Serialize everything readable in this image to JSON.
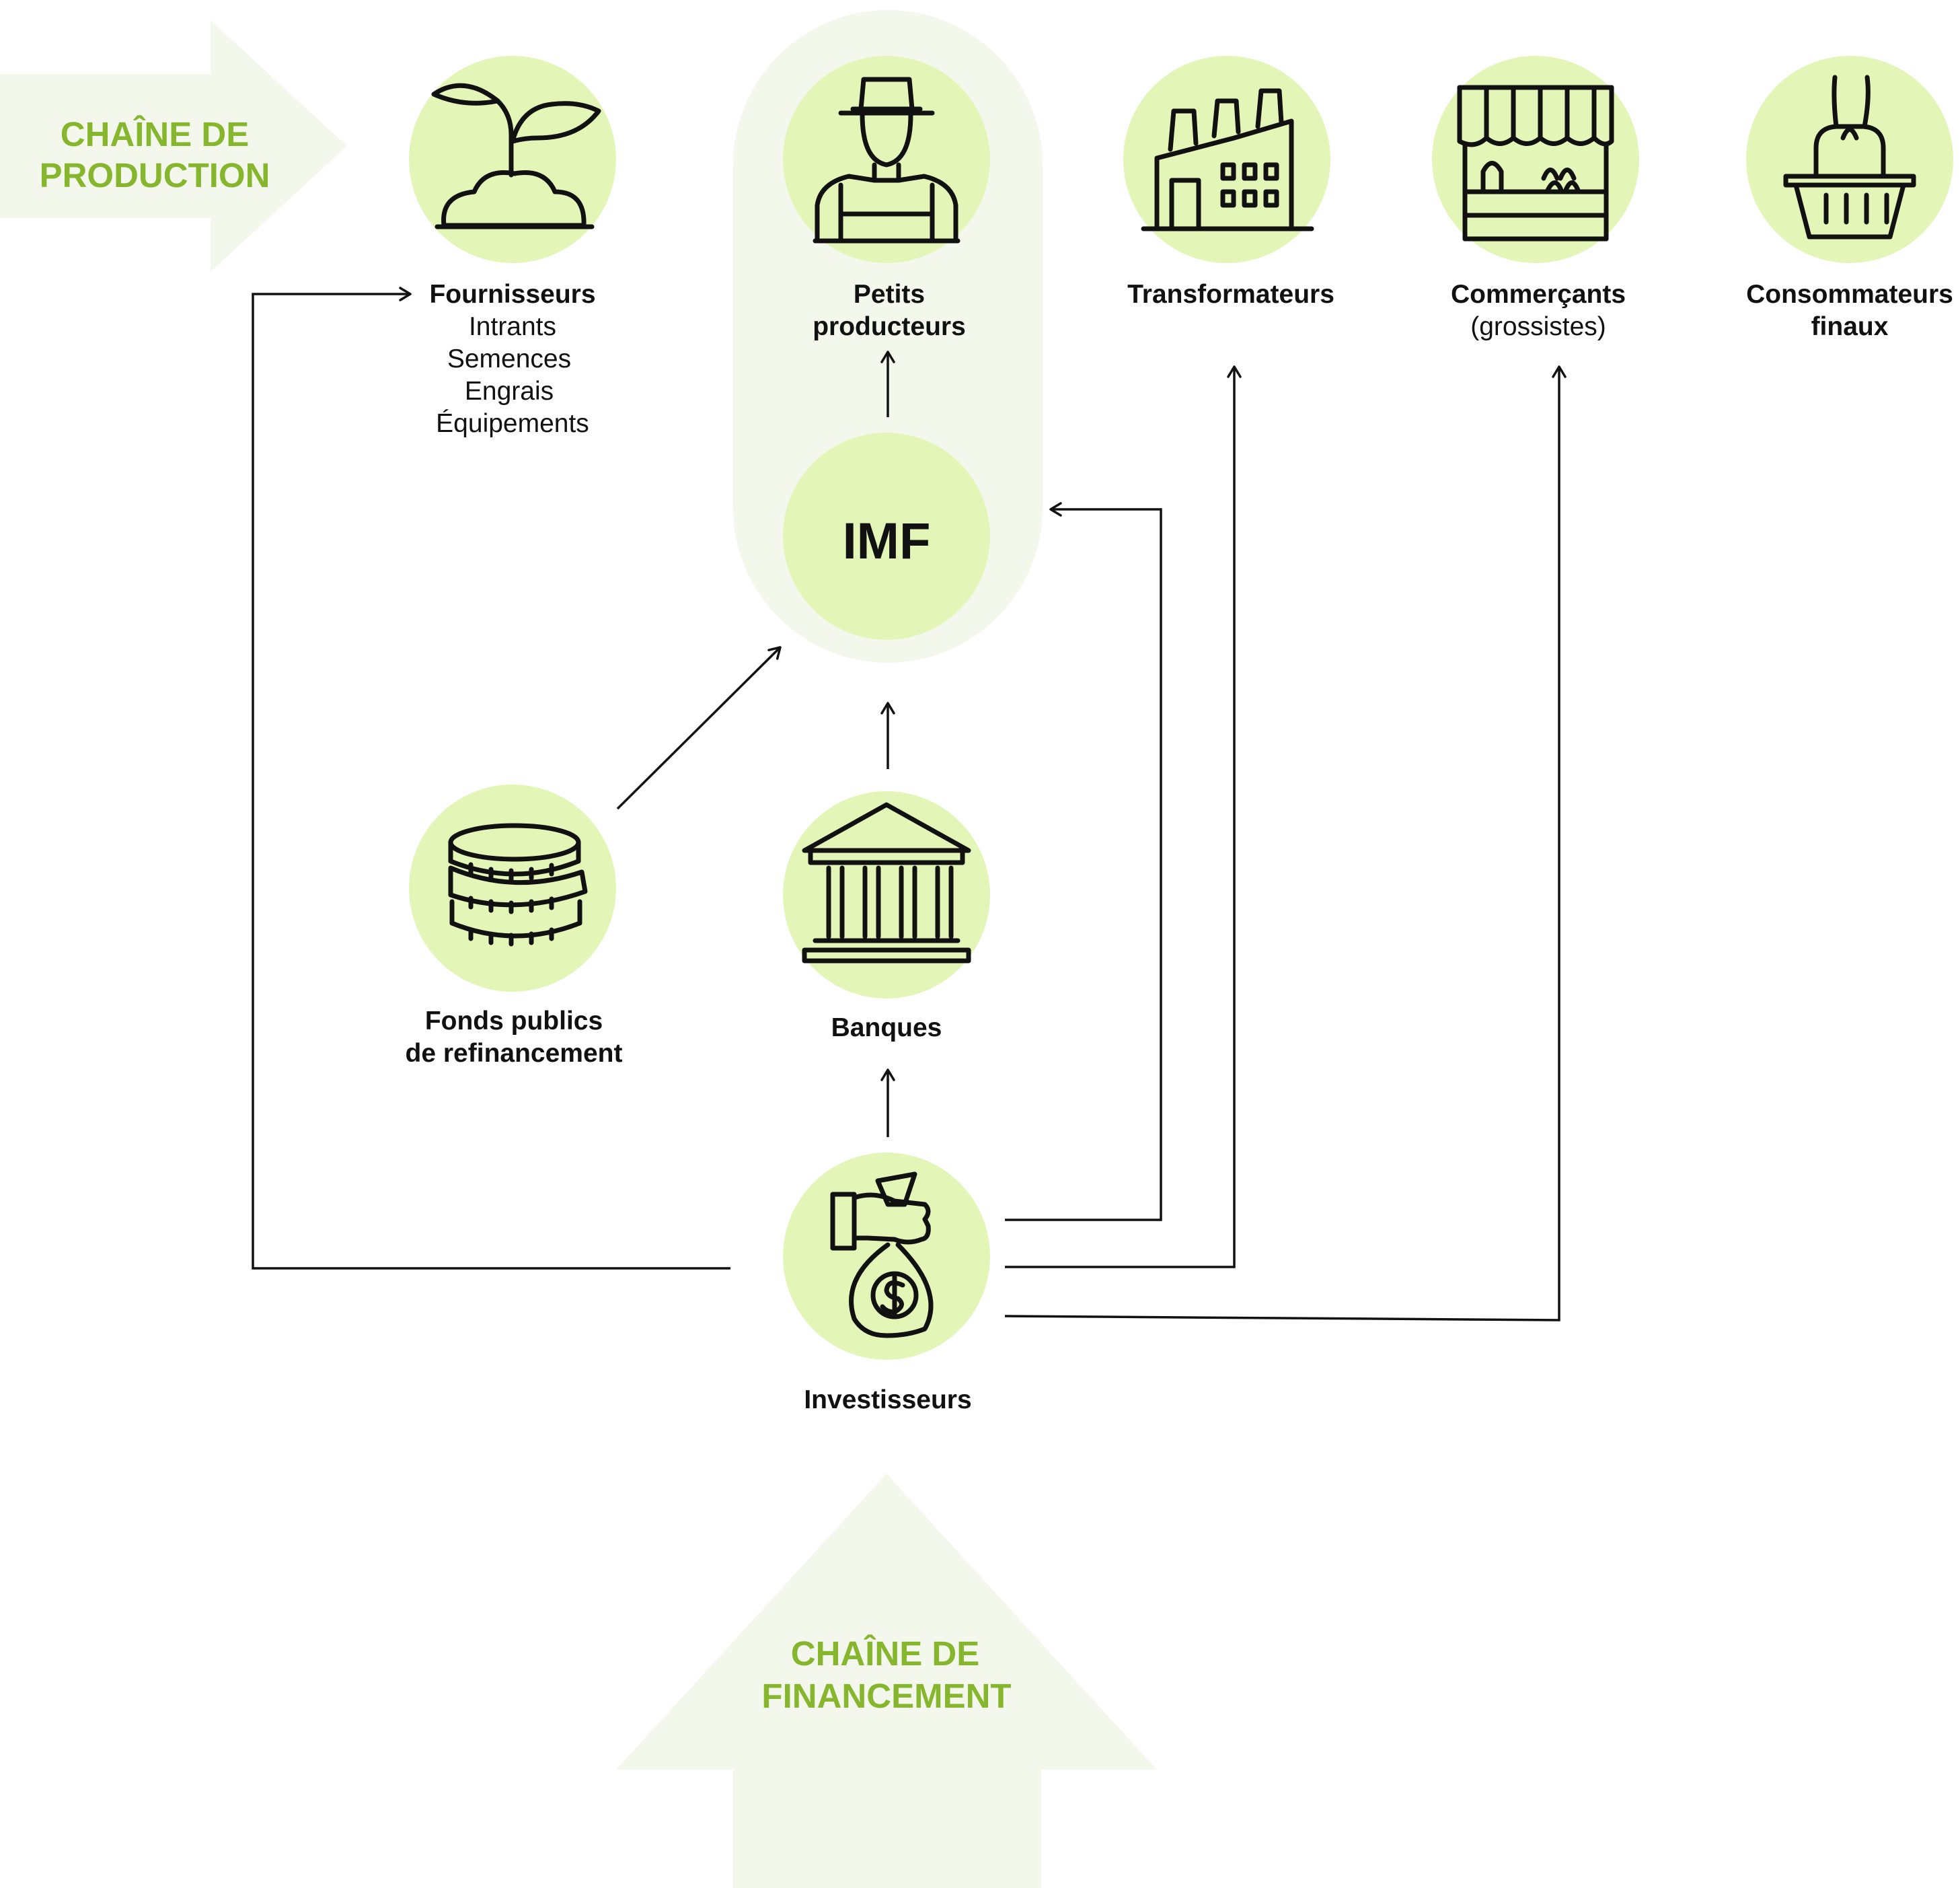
{
  "production_chain": {
    "line1": "CHAÎNE DE",
    "line2": "PRODUCTION"
  },
  "financing_chain": {
    "line1": "CHAÎNE DE",
    "line2": "FINANCEMENT"
  },
  "nodes": {
    "fournisseurs": {
      "title": "Fournisseurs",
      "items": [
        "Intrants",
        "Semences",
        "Engrais",
        "Équipements"
      ],
      "icon": "plant-sprout-icon"
    },
    "petits_producteurs": {
      "line1": "Petits",
      "line2": "producteurs",
      "icon": "farmer-icon"
    },
    "transformateurs": {
      "title": "Transformateurs",
      "icon": "factory-icon"
    },
    "commercants": {
      "title": "Commerçants",
      "subtitle": "(grossistes)",
      "icon": "market-stall-icon"
    },
    "consommateurs": {
      "line1": "Consommateurs",
      "line2": "finaux",
      "icon": "shopping-basket-icon"
    },
    "imf": {
      "label": "IMF"
    },
    "fonds_publics": {
      "line1": "Fonds publics",
      "line2": "de refinancement",
      "icon": "coin-stack-icon"
    },
    "banques": {
      "title": "Banques",
      "icon": "bank-building-icon"
    },
    "investisseurs": {
      "title": "Investisseurs",
      "icon": "money-bag-hand-icon"
    }
  },
  "colors": {
    "circle": "#e3f6b8",
    "pale": "#f4f8ec",
    "accent_text": "#86b52e",
    "ink": "#111111"
  }
}
